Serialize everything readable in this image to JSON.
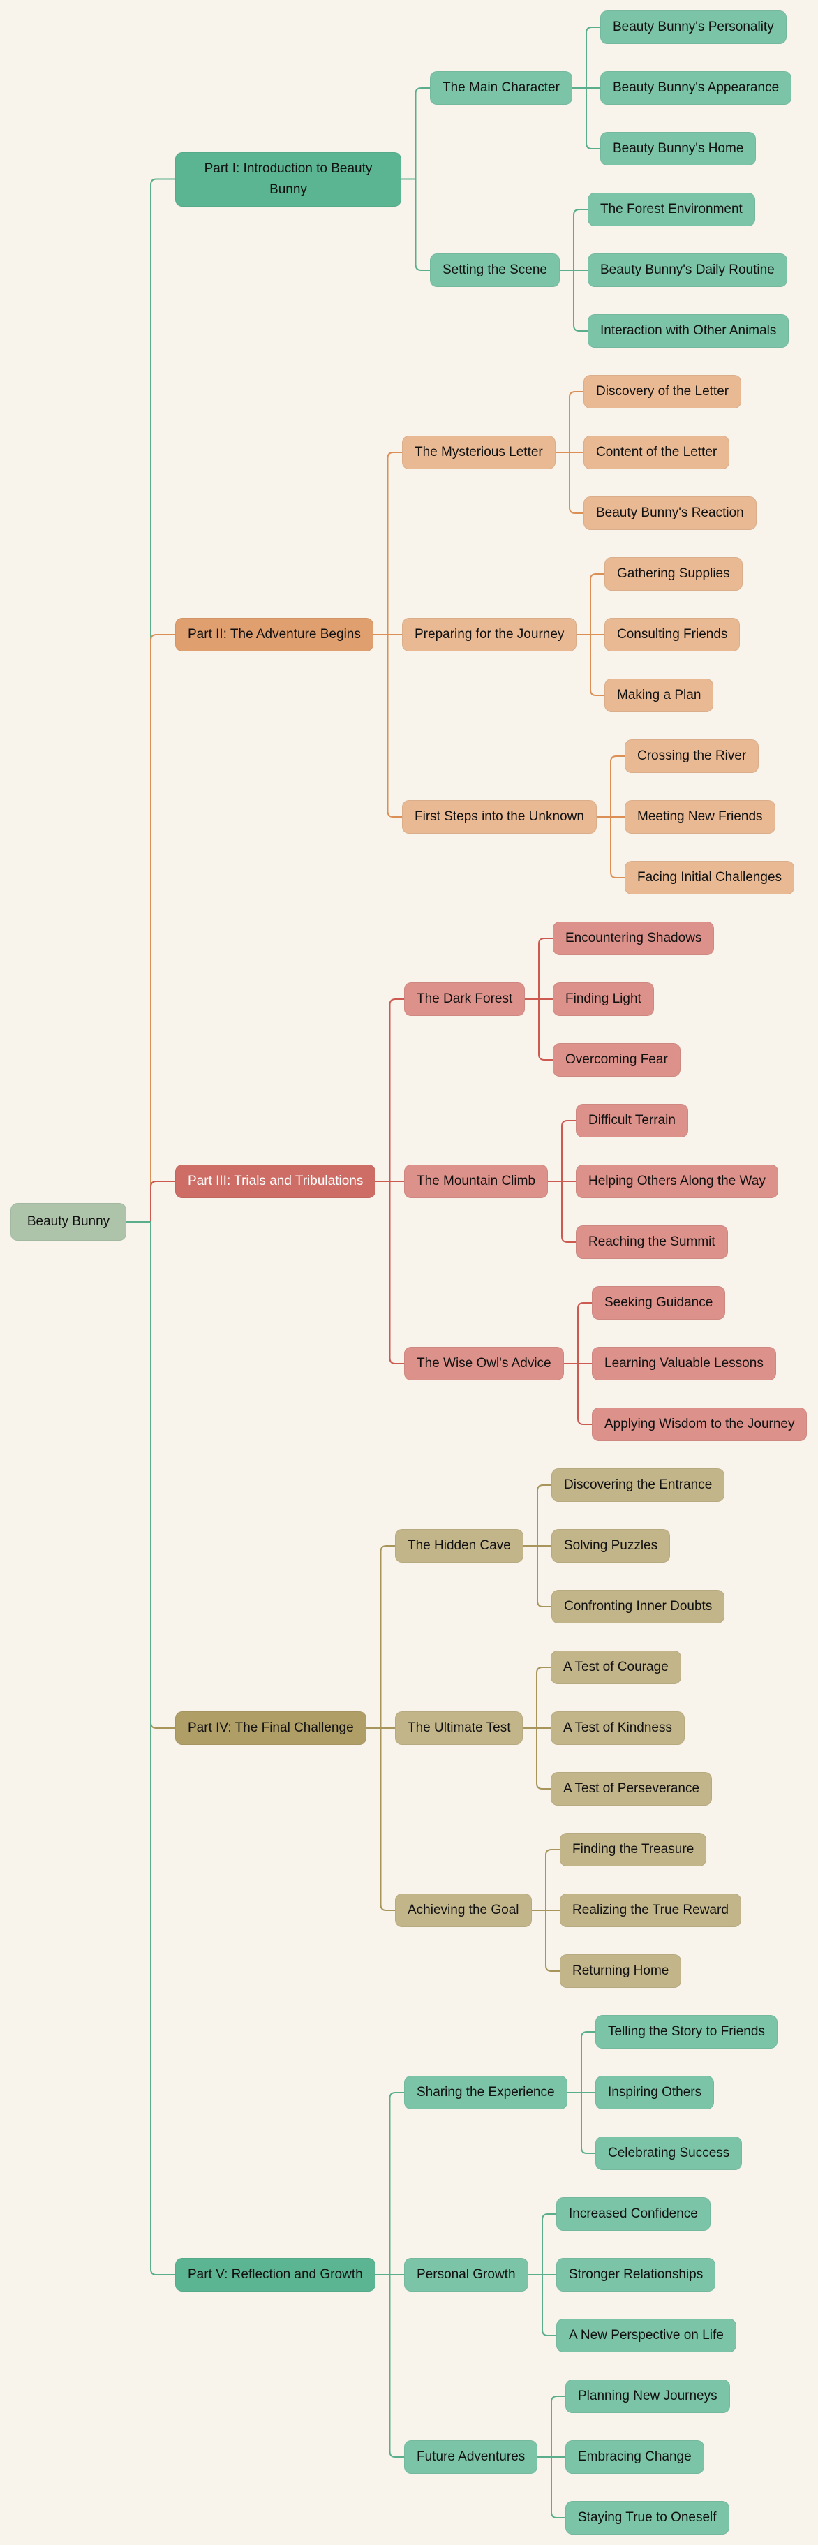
{
  "colors": {
    "background": "#f8f4ec",
    "root": "#aec4aa",
    "branches": [
      {
        "main": "#5bb592",
        "sub": "#7cc4a8",
        "line": "#5aae8c",
        "text": "#111111"
      },
      {
        "main": "#e09f6e",
        "sub": "#e8b993",
        "line": "#dc8f55",
        "text": "#111111"
      },
      {
        "main": "#cd6d65",
        "sub": "#dc918a",
        "line": "#cc5a51",
        "text": "#ffffff"
      },
      {
        "main": "#b09e67",
        "sub": "#c3b58a",
        "line": "#a8955c",
        "text": "#111111"
      },
      {
        "main": "#5bb592",
        "sub": "#7cc4a8",
        "line": "#5aae8c",
        "text": "#111111"
      }
    ]
  },
  "tree": {
    "label": "Beauty Bunny",
    "children": [
      {
        "label": "Part I: Introduction to Beauty Bunny",
        "children": [
          {
            "label": "The Main Character",
            "children": [
              {
                "label": "Beauty Bunny's Personality"
              },
              {
                "label": "Beauty Bunny's Appearance"
              },
              {
                "label": "Beauty Bunny's Home"
              }
            ]
          },
          {
            "label": "Setting the Scene",
            "children": [
              {
                "label": "The Forest Environment"
              },
              {
                "label": "Beauty Bunny's Daily Routine"
              },
              {
                "label": "Interaction with Other Animals"
              }
            ]
          }
        ]
      },
      {
        "label": "Part II: The Adventure Begins",
        "children": [
          {
            "label": "The Mysterious Letter",
            "children": [
              {
                "label": "Discovery of the Letter"
              },
              {
                "label": "Content of the Letter"
              },
              {
                "label": "Beauty Bunny's Reaction"
              }
            ]
          },
          {
            "label": "Preparing for the Journey",
            "children": [
              {
                "label": "Gathering Supplies"
              },
              {
                "label": "Consulting Friends"
              },
              {
                "label": "Making a Plan"
              }
            ]
          },
          {
            "label": "First Steps into the Unknown",
            "children": [
              {
                "label": "Crossing the River"
              },
              {
                "label": "Meeting New Friends"
              },
              {
                "label": "Facing Initial Challenges"
              }
            ]
          }
        ]
      },
      {
        "label": "Part III: Trials and Tribulations",
        "children": [
          {
            "label": "The Dark Forest",
            "children": [
              {
                "label": "Encountering Shadows"
              },
              {
                "label": "Finding Light"
              },
              {
                "label": "Overcoming Fear"
              }
            ]
          },
          {
            "label": "The Mountain Climb",
            "children": [
              {
                "label": "Difficult Terrain"
              },
              {
                "label": "Helping Others Along the Way"
              },
              {
                "label": "Reaching the Summit"
              }
            ]
          },
          {
            "label": "The Wise Owl's Advice",
            "children": [
              {
                "label": "Seeking Guidance"
              },
              {
                "label": "Learning Valuable Lessons"
              },
              {
                "label": "Applying Wisdom to the Journey"
              }
            ]
          }
        ]
      },
      {
        "label": "Part IV: The Final Challenge",
        "children": [
          {
            "label": "The Hidden Cave",
            "children": [
              {
                "label": "Discovering the Entrance"
              },
              {
                "label": "Solving Puzzles"
              },
              {
                "label": "Confronting Inner Doubts"
              }
            ]
          },
          {
            "label": "The Ultimate Test",
            "children": [
              {
                "label": "A Test of Courage"
              },
              {
                "label": "A Test of Kindness"
              },
              {
                "label": "A Test of Perseverance"
              }
            ]
          },
          {
            "label": "Achieving the Goal",
            "children": [
              {
                "label": "Finding the Treasure"
              },
              {
                "label": "Realizing the True Reward"
              },
              {
                "label": "Returning Home"
              }
            ]
          }
        ]
      },
      {
        "label": "Part V: Reflection and Growth",
        "children": [
          {
            "label": "Sharing the Experience",
            "children": [
              {
                "label": "Telling the Story to Friends"
              },
              {
                "label": "Inspiring Others"
              },
              {
                "label": "Celebrating Success"
              }
            ]
          },
          {
            "label": "Personal Growth",
            "children": [
              {
                "label": "Increased Confidence"
              },
              {
                "label": "Stronger Relationships"
              },
              {
                "label": "A New Perspective on Life"
              }
            ]
          },
          {
            "label": "Future Adventures",
            "children": [
              {
                "label": "Planning New Journeys"
              },
              {
                "label": "Embracing Change"
              },
              {
                "label": "Staying True to Oneself"
              }
            ]
          }
        ]
      }
    ]
  }
}
